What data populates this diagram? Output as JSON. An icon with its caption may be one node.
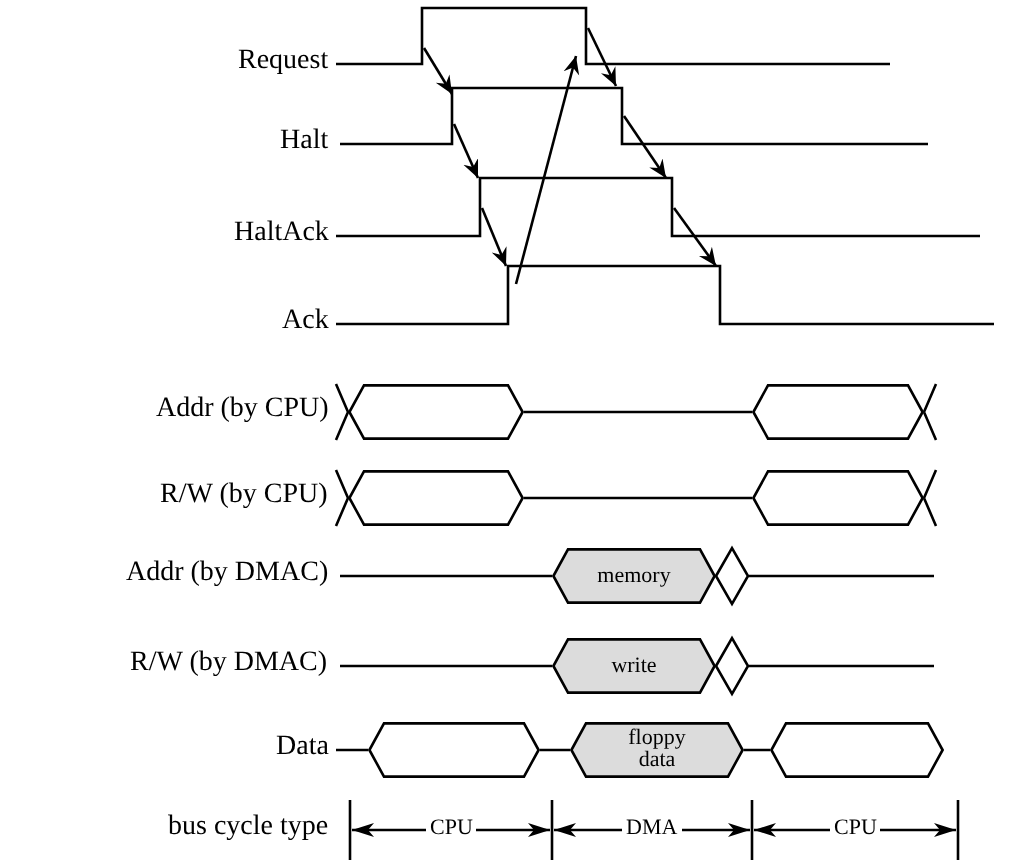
{
  "diagram": {
    "nodes": [
      {
        "text": [],
        "shape": "hexagon"
      },
      {
        "text": [],
        "shape": "hexagon"
      },
      {
        "text": [],
        "shape": "hexagon"
      },
      {
        "text": [],
        "shape": "hexagon"
      },
      {
        "text": [
          "memory"
        ]
      },
      {
        "text": [
          "write"
        ]
      },
      {
        "text": [],
        "shape": "hexagon"
      },
      {
        "text": [
          "floppy data"
        ]
      },
      {
        "text": [],
        "shape": "hexagon"
      }
    ],
    "edges": [],
    "labels": [
      "Request",
      "Halt",
      "HaltAck",
      "Ack",
      "Addr (by CPU)",
      "R/W (by CPU)",
      "Addr (by DMAC)",
      "R/W (by DMAC)",
      "Data",
      "bus cycle type",
      "CPU",
      "DMA",
      "CPU"
    ]
  }
}
